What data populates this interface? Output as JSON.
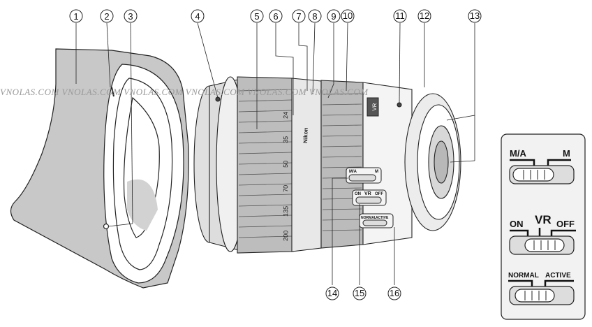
{
  "watermark": "VNOLAS.COM VNOLAS.COM VNOLAS.COM VNOLAS.COM VNOLAS.COM VNOLAS.COM",
  "callouts": [
    "1",
    "2",
    "3",
    "4",
    "5",
    "6",
    "7",
    "8",
    "9",
    "10",
    "11",
    "12",
    "13",
    "14",
    "15",
    "16"
  ],
  "lens_markings": {
    "focal_lengths": [
      "24",
      "35",
      "50",
      "70",
      "135",
      "200"
    ],
    "brand": "Nikon",
    "vr_badge": "VR",
    "focus_mode_small": "M/A",
    "focus_mode_small_m": "M",
    "vr_small_on": "ON",
    "vr_small_vr": "VR",
    "vr_small_off": "OFF",
    "vr_small_normal": "NORMAL",
    "vr_small_active": "ACTIVE"
  },
  "switch_panel": {
    "focus_mode": {
      "left": "M/A",
      "right": "M"
    },
    "vr": {
      "on": "ON",
      "center": "VR",
      "off": "OFF"
    },
    "vr_mode": {
      "left": "NORMAL",
      "right": "ACTIVE"
    }
  }
}
